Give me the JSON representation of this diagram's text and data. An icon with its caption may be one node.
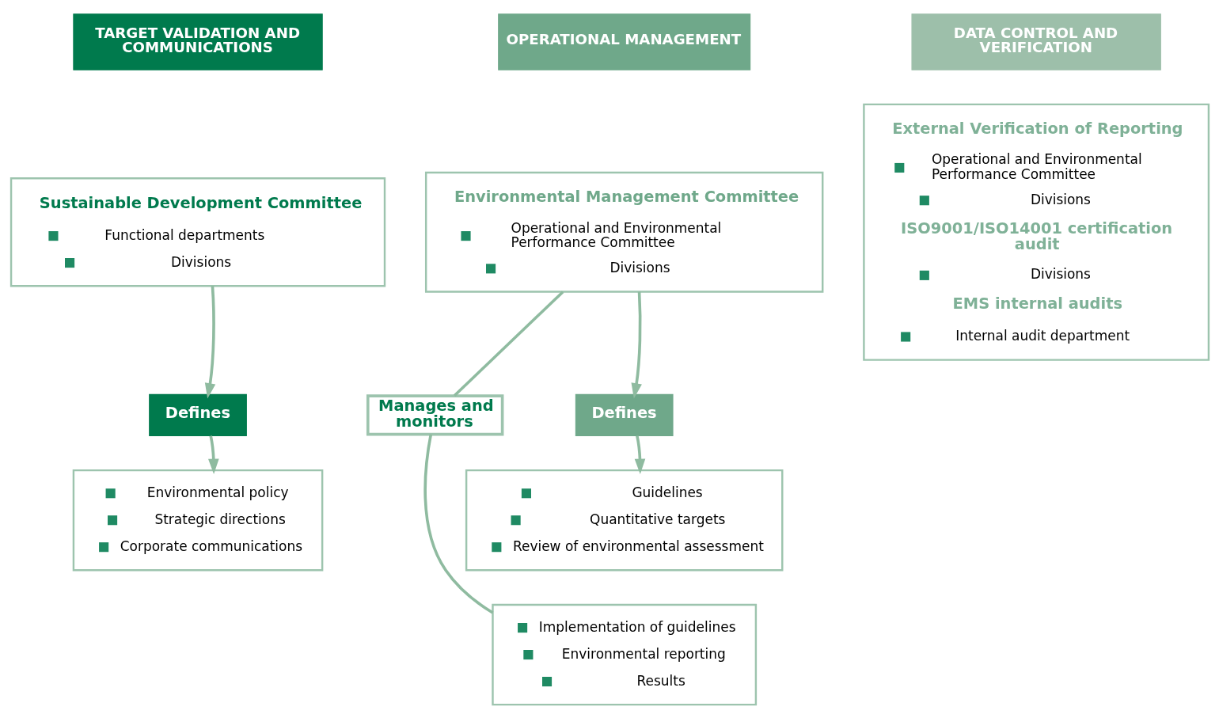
{
  "diagram": {
    "nodes": [
      {
        "text": [
          "TARGET VALIDATION AND COMMUNICATIONS"
        ]
      },
      {
        "text": [
          "OPERATIONAL MANAGEMENT"
        ]
      },
      {
        "text": [
          "DATA CONTROL AND VERIFICATION"
        ]
      },
      {
        "text": [
          "Sustainable Development Committee",
          "Functional departments",
          "Divisions"
        ]
      },
      {
        "text": [
          "Environmental Management Committee",
          "Operational and Environmental Performance Committee",
          "Divisions"
        ]
      },
      {
        "text": [
          "External Verification of Reporting",
          "Operational and Environmental Performance Committee",
          "Divisions",
          "ISO9001/ISO14001 certification audit",
          "Divisions",
          "EMS internal audits",
          "Internal audit department"
        ]
      },
      {
        "text": [
          "Defines"
        ]
      },
      {
        "text": [
          "Manages and monitors"
        ]
      },
      {
        "text": [
          "Defines"
        ]
      },
      {
        "text": [
          "Environmental policy",
          "Strategic directions",
          "Corporate communications"
        ]
      },
      {
        "text": [
          "Guidelines",
          "Quantitative targets",
          "Review of environmental assessment"
        ]
      },
      {
        "text": [
          "Implementation of guidelines",
          "Environmental reporting",
          "Results"
        ]
      }
    ],
    "edges": [
      {
        "from": 3,
        "to": 6,
        "arrow": "to"
      },
      {
        "from": 6,
        "to": 9,
        "arrow": "to"
      },
      {
        "from": 4,
        "to": 7,
        "arrow": "none"
      },
      {
        "from": 7,
        "to": 11,
        "arrow": "none"
      },
      {
        "from": 4,
        "to": 8,
        "arrow": "to"
      },
      {
        "from": 8,
        "to": 10,
        "arrow": "to"
      }
    ]
  }
}
